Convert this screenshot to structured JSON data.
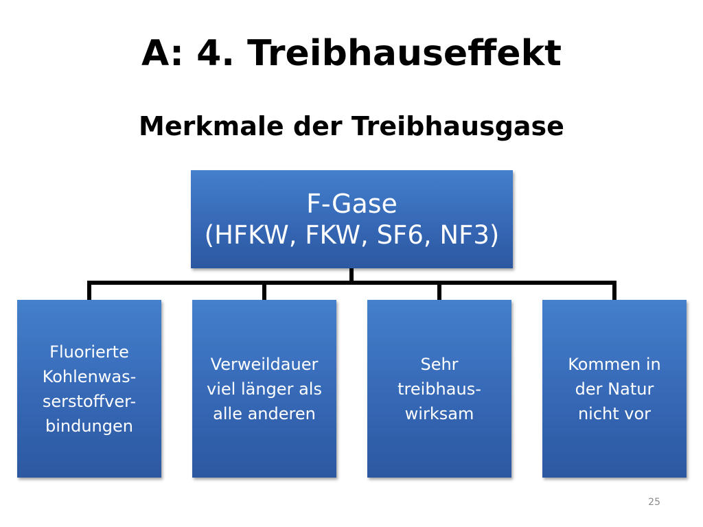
{
  "slide": {
    "title": "A: 4. Treibhauseffekt",
    "subtitle": "Merkmale der Treibhausgase",
    "page_number": "25"
  },
  "diagram": {
    "root": {
      "title": "F-Gase",
      "subtitle": "(HFKW, FKW, SF6, NF3)"
    },
    "children": [
      "Fluorierte\nKohlenwas-\nserstoffver-\nbindungen",
      "Verweildauer\nviel länger als\nalle anderen",
      "Sehr\ntreibhaus-\nwirksam",
      "Kommen in\nder Natur\nnicht vor"
    ],
    "colors": {
      "box_fill": "#3668b6",
      "connector": "#000000",
      "text": "#ffffff"
    }
  }
}
